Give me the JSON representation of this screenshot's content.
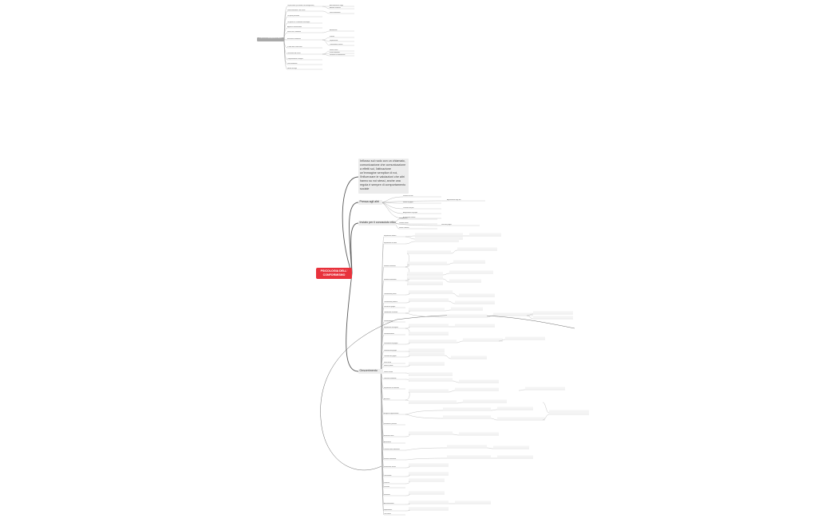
{
  "top_map": {
    "root": "PSICOLOGIA AMBIENTALE",
    "leaves": [
      "La percezione (le variabili che interagiscono)",
      "Fattori ambientali e dei vissuti",
      "Lo spazio personale",
      "Lo spazio di cui l'individuo ha bisogno",
      "Approccio transazionale",
      "Stile di vita e ambiente",
      "Benessere ambientale",
      "Il ruolo della conoscenza",
      "Percezione del rischio",
      "Comportamento ecologico",
      "Valori ambientali",
      "Identità di luogo",
      "Attaccamento ai luoghi",
      "Ambienti ristorativi",
      "Stress ambientale",
      "Affollamento",
      "Rumore",
      "Inquinamento",
      "Cambiamenti climatici",
      "Norme sociali",
      "Scelte sostenibili",
      "Interventi di cambiamento"
    ]
  },
  "main_map": {
    "root": "PSICOLOGIA DELL' CONFORMISMO",
    "note": "Influsso sul ruolo con un chiamato, comunicazione che comunicazione a effetti sul, l'attivazione un'immagine semplice di noi, l'influenzare le valutazioni che altri hanno su noi stessi, anche una regola è sempre di comportamento sociale",
    "branch_a": "Pressa agli altri",
    "branch_b": "Inviato per il conosciuto etico",
    "branch_c": "Onscerimento",
    "branch_a_leaves": [
      "Influenza sociale",
      "Norme di gruppo",
      "Pressione dei pari",
      "Adeguamento al gruppo",
      "Accettazione sociale",
      "Approvazione degli altri"
    ],
    "branch_b_leaves": [
      "Standard etici",
      "Giudizio morale",
      "Norme condivise",
      "Valori del gruppo"
    ],
    "branch_c_leaves": [
      "Esperimento di Asch",
      "Esperimento di Sherif",
      "Influenza normativa",
      "Influenza informativa",
      "Conformismo privato",
      "Conformismo pubblico",
      "Obbedienza all'autorità",
      "Esperimento di Milgram",
      "Dimensione del gruppo",
      "Unanimità del gruppo",
      "Coesione del gruppo",
      "Status e potere",
      "Fattori culturali",
      "Differenze individuali",
      "Autostima",
      "Bisogno di approvazione",
      "Minoranze attive",
      "Coerenza della minoranza",
      "Influenza minoritaria",
      "Innovazione sociale",
      "Conversione",
      "Dissenso",
      "Devianza",
      "Reattanza",
      "Anticonformismo",
      "Indipendenza",
      "Pensiero di gruppo",
      "Polarizzazione",
      "Deindividuazione",
      "Ruoli sociali",
      "Esperimento di Zimbardo",
      "Situazione e persona",
      "Attribuzione",
      "Conclusioni"
    ]
  },
  "colors": {
    "root_main": "#e8323c",
    "root_top": "#a9a9a9",
    "connector": "#5a5a5a",
    "leaf_line": "#9a9a9a"
  }
}
